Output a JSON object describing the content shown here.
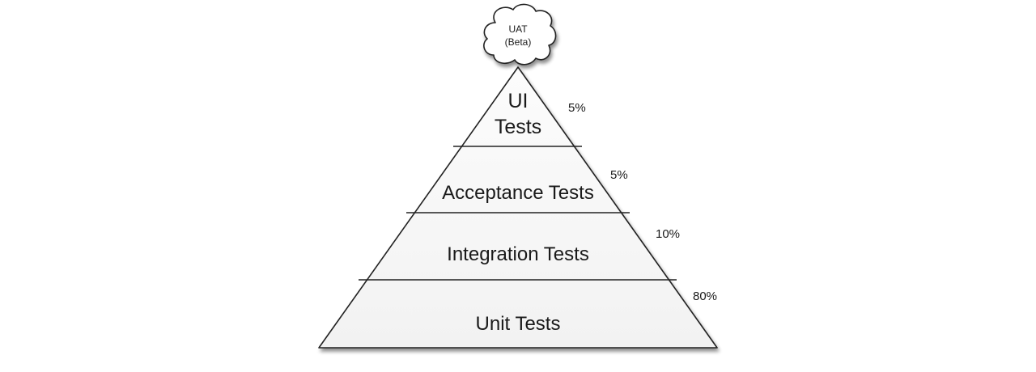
{
  "cloud": {
    "line1": "UAT",
    "line2": "(Beta)"
  },
  "tiers": {
    "ui": {
      "line1": "UI",
      "line2": "Tests",
      "percent": "5%"
    },
    "acceptance": {
      "label": "Acceptance Tests",
      "percent": "5%"
    },
    "integration": {
      "label": "Integration Tests",
      "percent": "10%"
    },
    "unit": {
      "label": "Unit Tests",
      "percent": "80%"
    }
  },
  "colors": {
    "fill": "#f8f8f8",
    "stroke": "#222222",
    "text": "#1a1a1a"
  }
}
